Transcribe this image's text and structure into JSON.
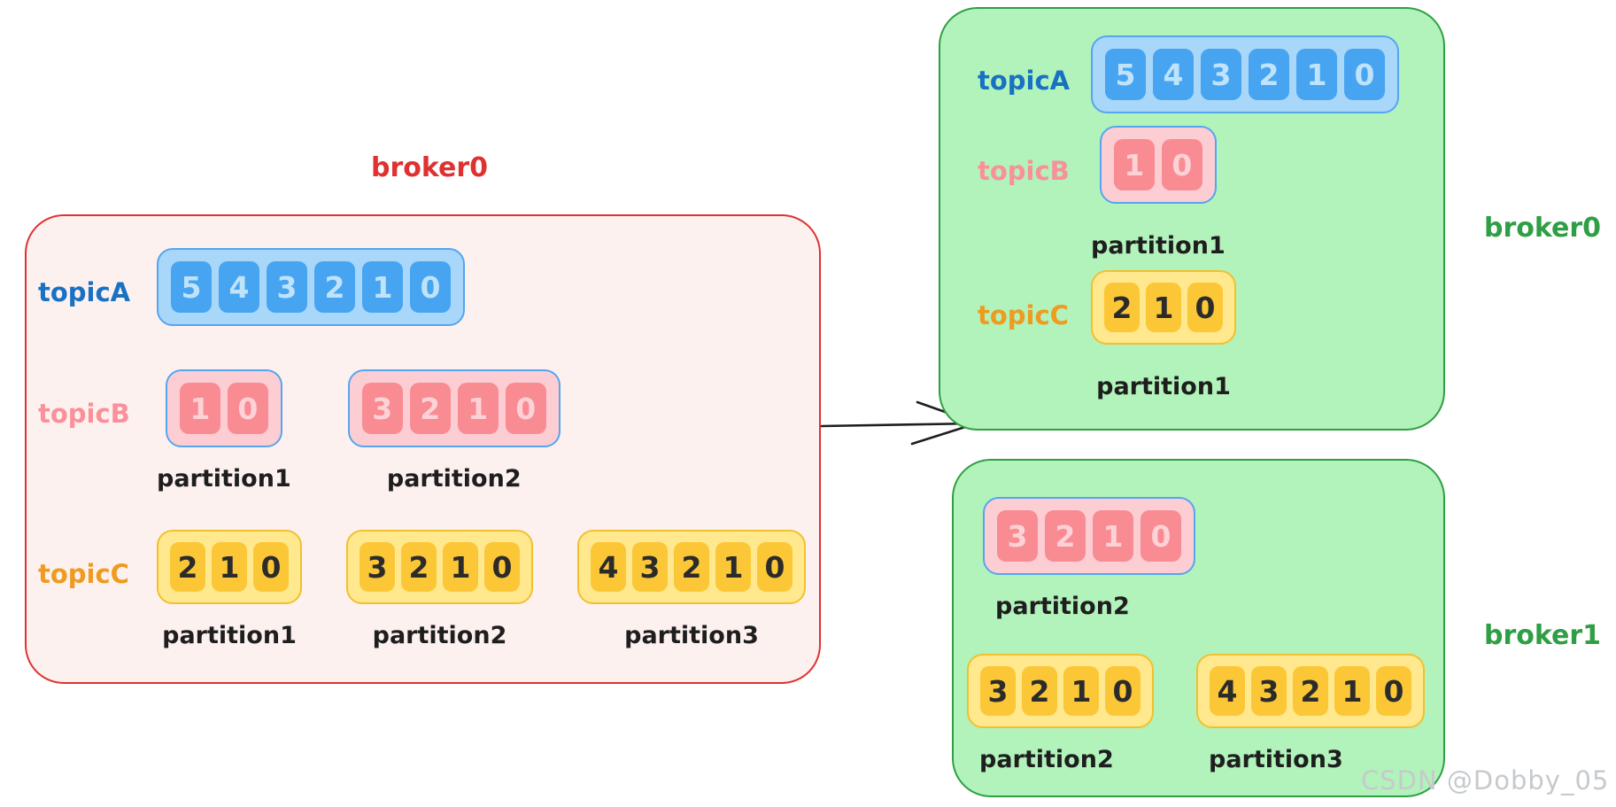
{
  "watermark": "CSDN @Dobby_05",
  "colors": {
    "source_border": "#e03131",
    "source_fill": "#fdf1f0",
    "target_border": "#2f9e44",
    "target_fill": "#b2f2bb",
    "topicA_label": "#1971c2",
    "topicB_label": "#f9909a",
    "topicC_label": "#ee9b1f",
    "blue_cell": "#47a4f1",
    "pink_cell": "#f98b93",
    "yellow_cell": "#fcc737",
    "arrow": "#1e1e1e"
  },
  "source_broker": {
    "label": "broker0",
    "rows": [
      {
        "topic": "topicA",
        "color_key": "blue",
        "partitions": [
          {
            "label": "",
            "cells": [
              "5",
              "4",
              "3",
              "2",
              "1",
              "0"
            ]
          }
        ]
      },
      {
        "topic": "topicB",
        "color_key": "pink",
        "partitions": [
          {
            "label": "partition1",
            "cells": [
              "1",
              "0"
            ]
          },
          {
            "label": "partition2",
            "cells": [
              "3",
              "2",
              "1",
              "0"
            ]
          }
        ]
      },
      {
        "topic": "topicC",
        "color_key": "yellow",
        "partitions": [
          {
            "label": "partition1",
            "cells": [
              "2",
              "1",
              "0"
            ]
          },
          {
            "label": "partition2",
            "cells": [
              "3",
              "2",
              "1",
              "0"
            ]
          },
          {
            "label": "partition3",
            "cells": [
              "4",
              "3",
              "2",
              "1",
              "0"
            ]
          }
        ]
      }
    ]
  },
  "target_brokers": [
    {
      "label": "broker0",
      "rows": [
        {
          "topic": "topicA",
          "color_key": "blue",
          "partitions": [
            {
              "label": "",
              "cells": [
                "5",
                "4",
                "3",
                "2",
                "1",
                "0"
              ]
            }
          ]
        },
        {
          "topic": "topicB",
          "color_key": "pink",
          "partitions": [
            {
              "label": "partition1",
              "cells": [
                "1",
                "0"
              ]
            }
          ]
        },
        {
          "topic": "topicC",
          "color_key": "yellow",
          "partitions": [
            {
              "label": "partition1",
              "cells": [
                "2",
                "1",
                "0"
              ]
            }
          ]
        }
      ]
    },
    {
      "label": "broker1",
      "rows": [
        {
          "topic": "",
          "color_key": "pink",
          "partitions": [
            {
              "label": "partition2",
              "cells": [
                "3",
                "2",
                "1",
                "0"
              ]
            }
          ]
        },
        {
          "topic": "",
          "color_key": "yellow",
          "partitions": [
            {
              "label": "partition2",
              "cells": [
                "3",
                "2",
                "1",
                "0"
              ]
            },
            {
              "label": "partition3",
              "cells": [
                "4",
                "3",
                "2",
                "1",
                "0"
              ]
            }
          ]
        }
      ]
    }
  ]
}
